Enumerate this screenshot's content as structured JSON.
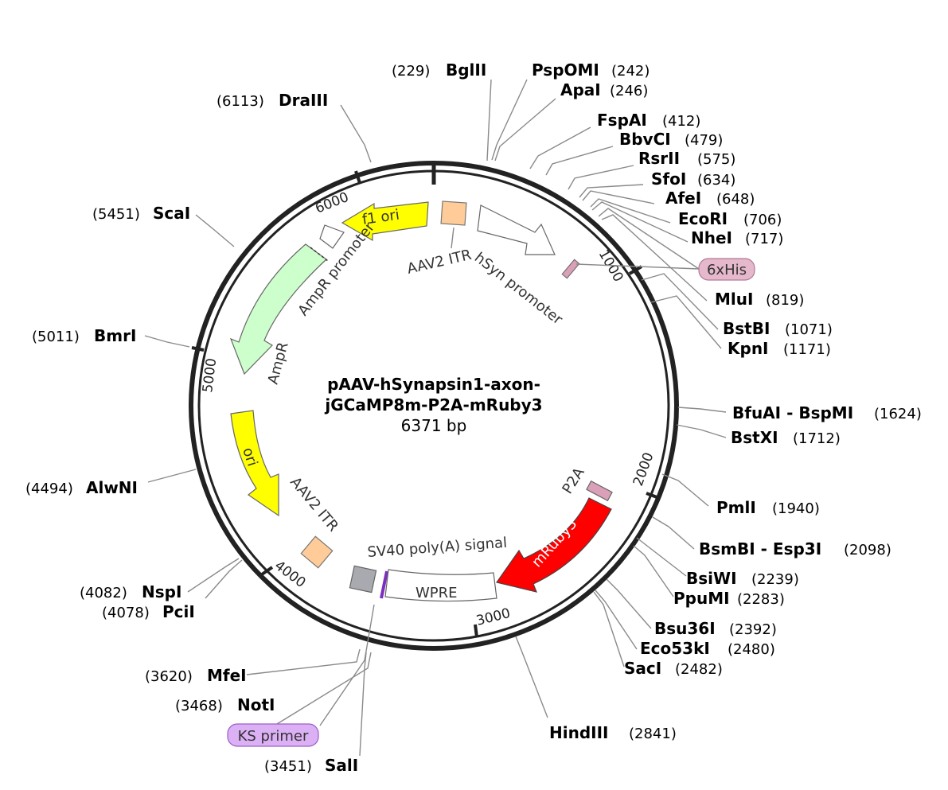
{
  "plasmid": {
    "name_line1": "pAAV-hSynapsin1-axon-",
    "name_line2": "jGCaMP8m-P2A-mRuby3",
    "size_label": "6371 bp"
  },
  "ticks": [
    {
      "label": "1000",
      "bp": 1000
    },
    {
      "label": "2000",
      "bp": 2000
    },
    {
      "label": "3000",
      "bp": 3000
    },
    {
      "label": "4000",
      "bp": 4000
    },
    {
      "label": "5000",
      "bp": 5000
    },
    {
      "label": "6000",
      "bp": 6000
    }
  ],
  "features": [
    {
      "label": "f1 ori",
      "color": "#ffff00"
    },
    {
      "label": "AAV2 ITR",
      "color": "#ffcc99"
    },
    {
      "label": "hSyn promoter",
      "color": "#ffffff"
    },
    {
      "label": "AmpR promoter",
      "color": "#ffffff"
    },
    {
      "label": "AmpR",
      "color": "#ccffcc"
    },
    {
      "label": "ori",
      "color": "#ffff00"
    },
    {
      "label": "AAV2 ITR",
      "color": "#ffcc99"
    },
    {
      "label": "SV40 poly(A) signal",
      "color": "#a8aab0"
    },
    {
      "label": "WPRE",
      "color": "#ffffff"
    },
    {
      "label": "mRuby3",
      "color": "#ff0000"
    },
    {
      "label": "P2A",
      "color": "#d9a0b8"
    }
  ],
  "tags": [
    {
      "label": "6xHis",
      "color": "#e6b8cc"
    },
    {
      "label": "KS primer",
      "color": "#dcb0f5"
    }
  ],
  "enzymes": [
    {
      "name": "BglII",
      "pos": "(229)"
    },
    {
      "name": "PspOMI",
      "pos": "(242)"
    },
    {
      "name": "ApaI",
      "pos": "(246)"
    },
    {
      "name": "FspAI",
      "pos": "(412)"
    },
    {
      "name": "BbvCI",
      "pos": "(479)"
    },
    {
      "name": "RsrII",
      "pos": "(575)"
    },
    {
      "name": "SfoI",
      "pos": "(634)"
    },
    {
      "name": "AfeI",
      "pos": "(648)"
    },
    {
      "name": "EcoRI",
      "pos": "(706)"
    },
    {
      "name": "NheI",
      "pos": "(717)"
    },
    {
      "name": "MluI",
      "pos": "(819)"
    },
    {
      "name": "BstBI",
      "pos": "(1071)"
    },
    {
      "name": "KpnI",
      "pos": "(1171)"
    },
    {
      "name": "BfuAI - BspMI",
      "pos": "(1624)"
    },
    {
      "name": "BstXI",
      "pos": "(1712)"
    },
    {
      "name": "PmlI",
      "pos": "(1940)"
    },
    {
      "name": "BsmBI - Esp3I",
      "pos": "(2098)"
    },
    {
      "name": "BsiWI",
      "pos": "(2239)"
    },
    {
      "name": "PpuMI",
      "pos": "(2283)"
    },
    {
      "name": "Bsu36I",
      "pos": "(2392)"
    },
    {
      "name": "Eco53kI",
      "pos": "(2480)"
    },
    {
      "name": "SacI",
      "pos": "(2482)"
    },
    {
      "name": "HindIII",
      "pos": "(2841)"
    },
    {
      "name": "SalI",
      "pos": "(3451)"
    },
    {
      "name": "NotI",
      "pos": "(3468)"
    },
    {
      "name": "MfeI",
      "pos": "(3620)"
    },
    {
      "name": "PciI",
      "pos": "(4078)"
    },
    {
      "name": "NspI",
      "pos": "(4082)"
    },
    {
      "name": "AlwNI",
      "pos": "(4494)"
    },
    {
      "name": "BmrI",
      "pos": "(5011)"
    },
    {
      "name": "ScaI",
      "pos": "(5451)"
    },
    {
      "name": "DraIII",
      "pos": "(6113)"
    }
  ]
}
